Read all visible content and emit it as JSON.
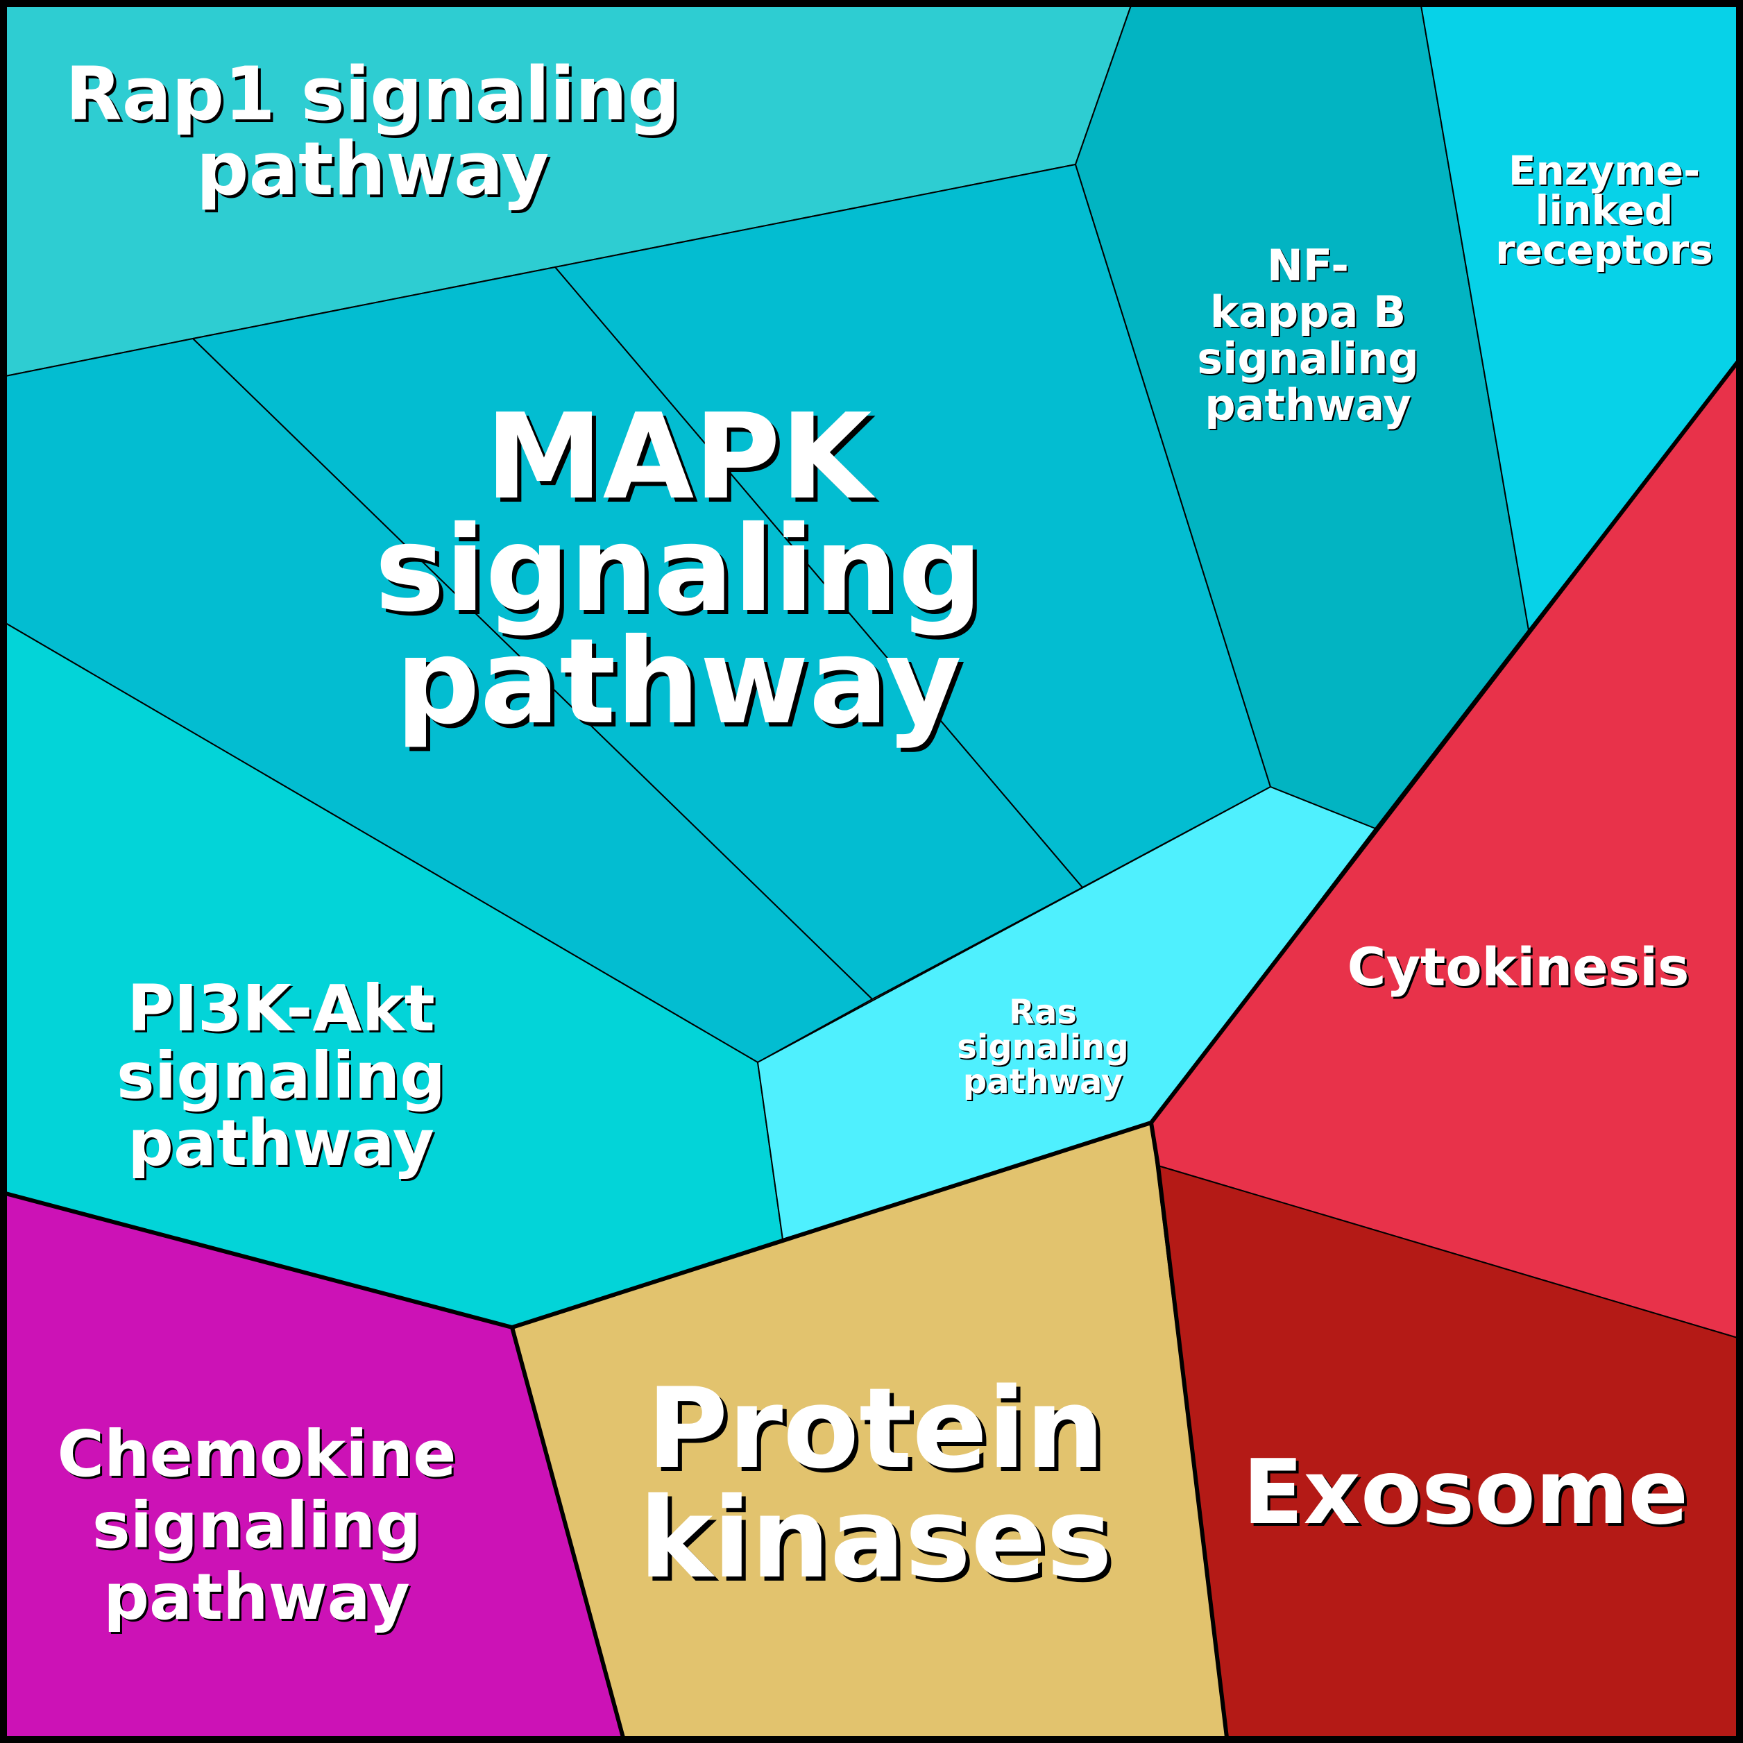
{
  "diagram": {
    "type": "voronoi-treemap",
    "frame_color": "#000000",
    "regions": [
      {
        "id": "rap1",
        "label": "Rap1 signaling pathway",
        "lines": [
          "Rap1 signaling",
          "pathway"
        ],
        "color": "#2ecdd2",
        "group": "signaling"
      },
      {
        "id": "mapk",
        "label": "MAPK signaling pathway",
        "lines": [
          "MAPK",
          "signaling",
          "pathway"
        ],
        "color": "#03bdd1",
        "group": "signaling"
      },
      {
        "id": "nfkb",
        "label": "NF-kappa B signaling pathway",
        "lines": [
          "NF-",
          "kappa B",
          "signaling",
          "pathway"
        ],
        "color": "#02b4c2",
        "group": "signaling"
      },
      {
        "id": "enzyme",
        "label": "Enzyme-linked receptors",
        "lines": [
          "Enzyme-",
          "linked",
          "receptors"
        ],
        "color": "#07d2e8",
        "group": "signaling"
      },
      {
        "id": "pi3k",
        "label": "PI3K-Akt signaling pathway",
        "lines": [
          "PI3K-Akt",
          "signaling",
          "pathway"
        ],
        "color": "#03d4d8",
        "group": "signaling"
      },
      {
        "id": "ras",
        "label": "Ras signaling pathway",
        "lines": [
          "Ras",
          "signaling",
          "pathway"
        ],
        "color": "#4ff0fe",
        "group": "signaling"
      },
      {
        "id": "cytokinesis",
        "label": "Cytokinesis",
        "lines": [
          "Cytokinesis"
        ],
        "color": "#e8324a",
        "group": "cell"
      },
      {
        "id": "exosome",
        "label": "Exosome",
        "lines": [
          "Exosome"
        ],
        "color": "#b41a16",
        "group": "cell"
      },
      {
        "id": "chemokine",
        "label": "Chemokine signaling pathway",
        "lines": [
          "Chemokine",
          "signaling",
          "pathway"
        ],
        "color": "#cc12b6",
        "group": "chemokine"
      },
      {
        "id": "protein_kinases",
        "label": "Protein kinases",
        "lines": [
          "Protein",
          "kinases"
        ],
        "color": "#e2c36e",
        "group": "kinases"
      }
    ]
  }
}
